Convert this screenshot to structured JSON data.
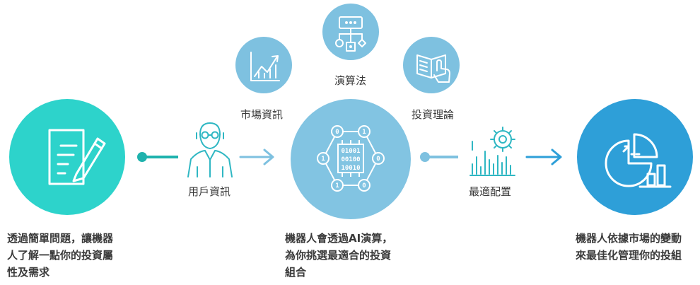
{
  "colors": {
    "teal": "#2dd3cb",
    "hub": "#82c4e2",
    "light_blue": "#7ec1e0",
    "blue": "#2e9fd8",
    "connector": "#1fb2ad",
    "arrow": "#7ec1e0",
    "outline": "#2fb7c3"
  },
  "labels": {
    "user_info": "用戶資訊",
    "market_info": "市場資訊",
    "algorithm": "演算法",
    "investment_theory": "投資理論",
    "optimal_allocation": "最適配置"
  },
  "hub_nodes": {
    "top_left": "0",
    "top_right": "1",
    "left": "1",
    "right": "0",
    "bottom_left": "1",
    "bottom_right": "0"
  },
  "hub_binary": [
    "01001",
    "00100",
    "10010"
  ],
  "captions": {
    "left": [
      "透過簡單問題，讓機器",
      "人了解一點你的投資屬",
      "性及需求"
    ],
    "center": [
      "機器人會透過AI演算，",
      "為你挑選最適合的投資",
      "組合"
    ],
    "right": [
      "機器人依據市場的變動",
      "來最佳化管理你的投組"
    ]
  },
  "icons": {
    "questionnaire": "document-pen-icon",
    "user": "person-with-glasses-icon",
    "market": "rising-chart-icon",
    "algorithm": "flowchart-icon",
    "theory": "book-pointer-icon",
    "hub": "ai-network-icon",
    "optimal": "gear-bar-chart-icon",
    "portfolio": "pie-bar-chart-icon"
  }
}
